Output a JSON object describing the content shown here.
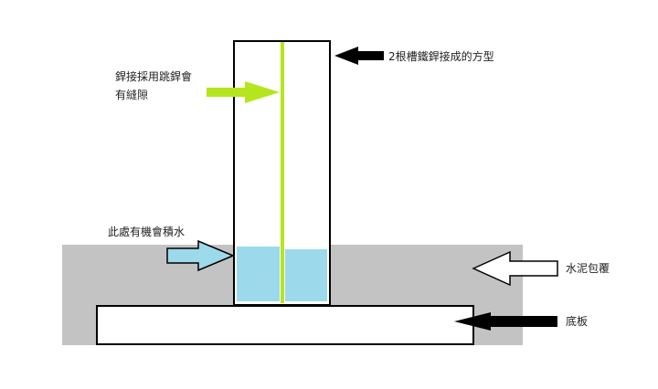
{
  "labels": {
    "square_tube": "2根槽鐵銲接成的方型",
    "weld_gap_line1": "銲接採用跳銲會",
    "weld_gap_line2": "有縫隙",
    "water_pooling": "此處有機會積水",
    "cement_cover": "水泥包覆",
    "base_plate": "底板"
  },
  "colors": {
    "cement": "#c3c3c3",
    "water": "#9cd9eb",
    "weld_seam": "#b5e61d",
    "outline": "#000000",
    "base_plate": "#ffffff",
    "arrow_dark": "#000000",
    "arrow_light": "#ffffff",
    "arrow_water": "#9cd9eb",
    "arrow_weld": "#b5e61d"
  }
}
